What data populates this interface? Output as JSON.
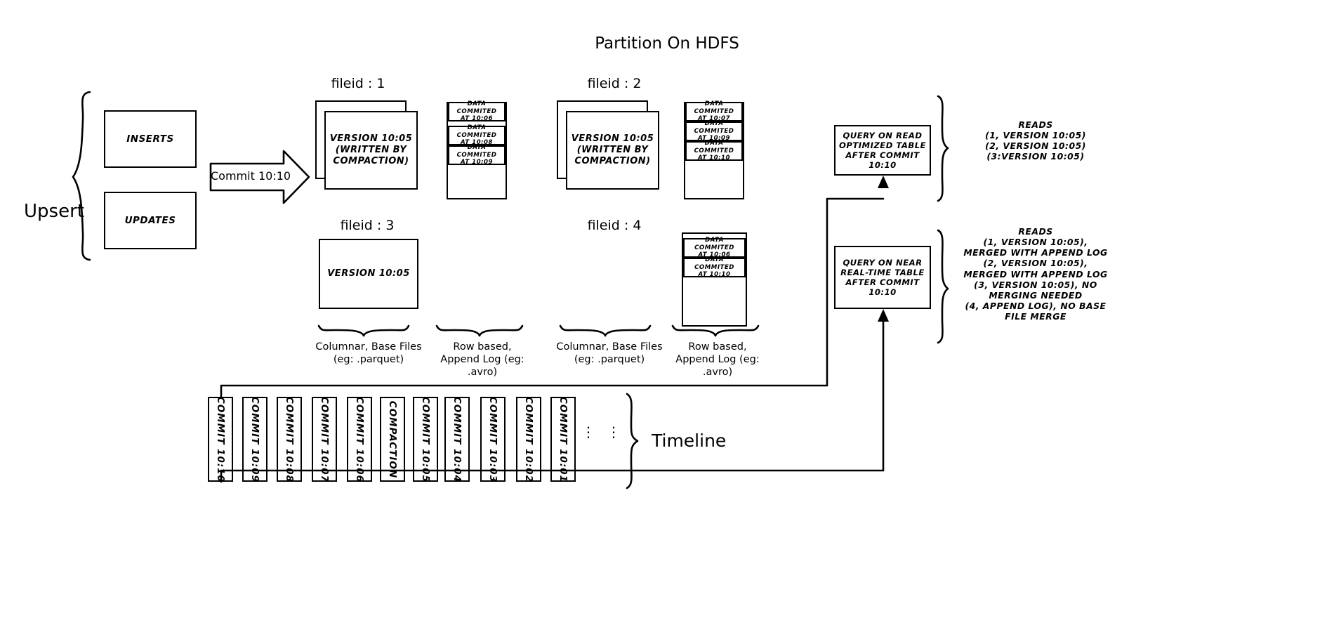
{
  "title": "Partition On HDFS",
  "left": {
    "group_label": "Upsert",
    "inserts_label": "INSERTS",
    "updates_label": "UPDATES",
    "commit_arrow_label": "Commit 10:10"
  },
  "file_groups": [
    {
      "heading": "fileid : 1",
      "base_file": "VERSION 10:05\n(WRITTEN BY\nCOMPACTION)",
      "base_stacked": true,
      "log_entries": [
        "DATA COMMITED\nAT 10:06",
        "DATA COMMITED\nAT 10:08",
        "DATA COMMITED\nAT 10:09"
      ]
    },
    {
      "heading": "fileid : 2",
      "base_file": "VERSION 10:05\n(WRITTEN BY\nCOMPACTION)",
      "base_stacked": true,
      "log_entries": [
        "DATA COMMITED\nAT 10:07",
        "DATA COMMITED\nAT 10:09",
        "DATA COMMITED\nAT 10:10"
      ]
    },
    {
      "heading": "fileid : 3",
      "base_file": "VERSION 10:05",
      "base_stacked": false,
      "log_entries": []
    },
    {
      "heading": "fileid : 4",
      "base_file": "",
      "base_stacked": false,
      "log_entries": [
        "DATA COMMITED\nAT 10:06",
        "DATA COMMITED\nAT 10:10"
      ]
    }
  ],
  "captions": {
    "columnar": "Columnar, Base Files\n(eg: .parquet)",
    "rowbased": "Row based,\nAppend Log  (eg:\n.avro)"
  },
  "queries": [
    {
      "box": "QUERY ON READ\nOPTIMIZED TABLE\nAFTER COMMIT\n10:10",
      "reads": "READS\n(1, VERSION 10:05)\n(2, VERSION 10:05)\n(3:VERSION 10:05)"
    },
    {
      "box": "QUERY ON NEAR\nREAL-TIME TABLE\nAFTER COMMIT\n10:10",
      "reads": "READS\n(1, VERSION 10:05),\nMERGED WITH APPEND LOG\n(2, VERSION 10:05),\nMERGED WITH APPEND LOG\n(3, VERSION 10:05), NO\nMERGING NEEDED\n(4, APPEND LOG), NO BASE\nFILE MERGE"
    }
  ],
  "timeline": {
    "label": "Timeline",
    "ellipsis": "⋮",
    "items": [
      "COMMIT  10:10",
      "COMMIT  10:09",
      "COMMIT  10:08",
      "COMMIT  10:07",
      "COMMIT  10:06",
      "COMPACTION",
      "COMMIT  10:05",
      "COMMIT  10:04",
      "COMMIT  10:03",
      "COMMIT  10:02",
      "COMMIT  10:01"
    ]
  },
  "colors": {
    "stroke": "#000000",
    "fill": "#ffffff"
  }
}
